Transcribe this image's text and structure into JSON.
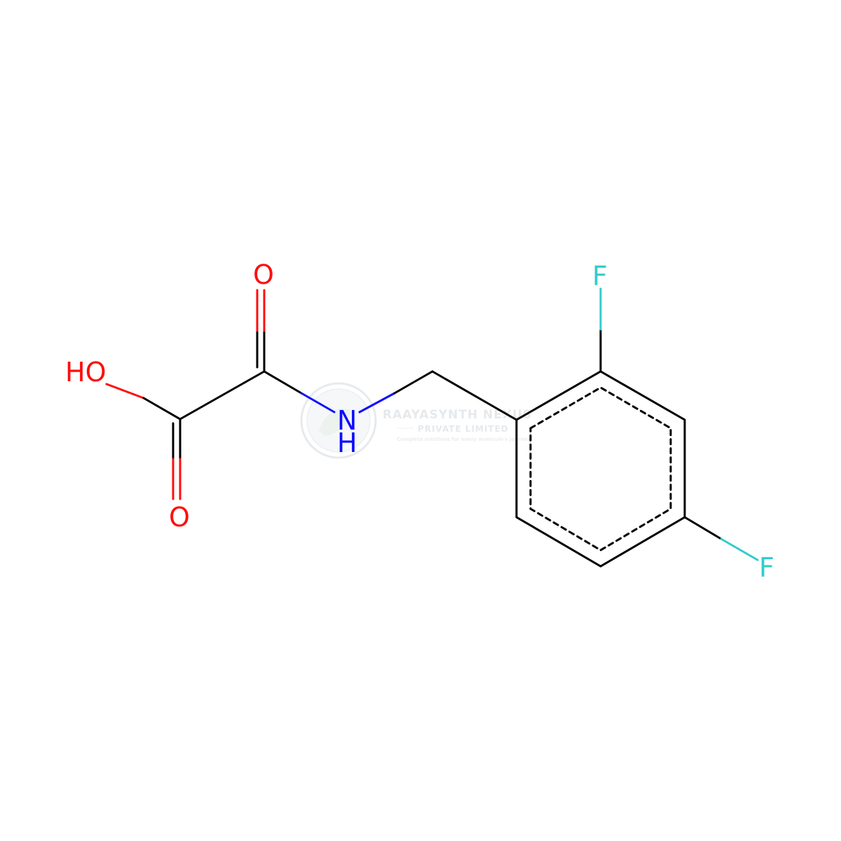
{
  "atoms": {
    "hydroxyl": "HO",
    "carbonyl_oxygen_bottom": "O",
    "carbonyl_oxygen_top": "O",
    "amine_n": "N",
    "amine_h": "H",
    "fluorine_top": "F",
    "fluorine_right": "F"
  },
  "watermark": {
    "company": "RAAYASYNTH NEXUS",
    "subtitle": "PRIVATE LIMITED",
    "tagline": "Complete solutions for every molecule's journey"
  },
  "colors": {
    "bond": "#000000",
    "oxygen": "#ff0d0d",
    "nitrogen": "#0d0dff",
    "fluorine": "#33cccc",
    "watermark": "#d9dde2"
  }
}
